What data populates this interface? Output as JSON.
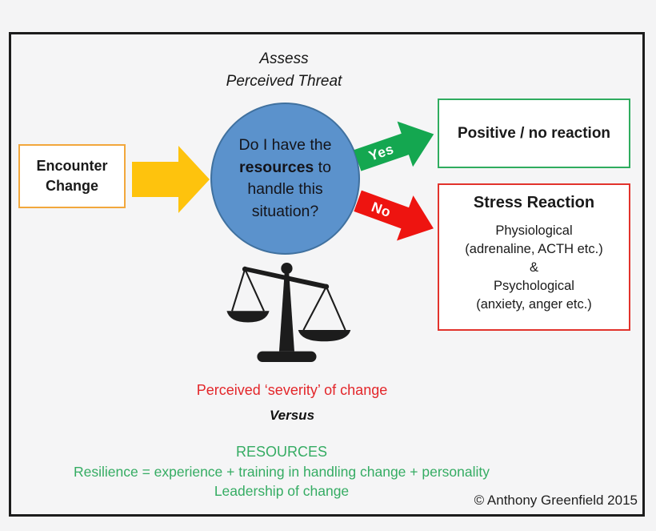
{
  "title": {
    "line1": "Assess",
    "line2": "Perceived Threat"
  },
  "encounter_box": {
    "line1": "Encounter",
    "line2": "Change"
  },
  "decision": {
    "line1": "Do I have the",
    "bold_word": "resources",
    "line2_rest": " to",
    "line3": "handle this",
    "line4": "situation?"
  },
  "arrows": {
    "yes_label": "Yes",
    "no_label": "No"
  },
  "positive_box": {
    "label": "Positive / no reaction"
  },
  "stress_box": {
    "title": "Stress Reaction",
    "lines": [
      "Physiological",
      "(adrenaline, ACTH etc.)",
      "&",
      "Psychological",
      "(anxiety, anger etc.)"
    ]
  },
  "balance": {
    "severity_label": "Perceived ‘severity’ of change",
    "versus_label": "Versus",
    "resources_title": "RESOURCES",
    "resources_line1": "Resilience = experience + training in handling change + personality",
    "resources_line2": "Leadership of change"
  },
  "footer": {
    "copyright": "© Anthony Greenfield 2015"
  },
  "colors": {
    "background": "#f4f4f5",
    "frame_border": "#1c1c1c",
    "encounter_border_orange": "#f2a73c",
    "yellow_arrow": "#fec30d",
    "circle_blue_fill": "#5b92cc",
    "circle_blue_border": "#40719f",
    "yes_arrow_green": "#14a750",
    "no_arrow_red": "#ee1410",
    "positive_border_green": "#2fac5f",
    "stress_border_red": "#e2332c",
    "severity_text_red": "#e3262a",
    "resources_text_green": "#35ac63",
    "scale_black": "#1c1c1c"
  }
}
